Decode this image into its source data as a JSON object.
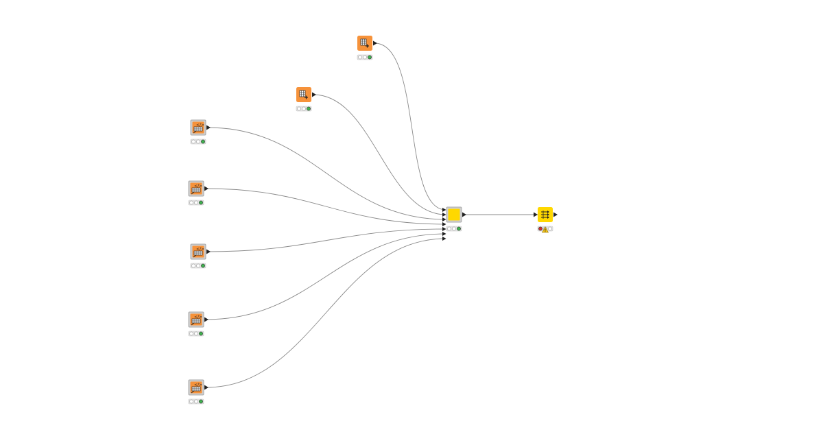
{
  "workflow": {
    "colors": {
      "source": "#f6923a",
      "manipulator": "#ffd800",
      "connection": "#8a8a8a",
      "status_green": "#3fb34f",
      "status_red": "#d0312d",
      "status_off": "#ffffff",
      "warning": "#f5c518"
    },
    "nodes": [
      {
        "id": "table-creator-1",
        "type": "source",
        "icon": "table-creator-icon",
        "status": "executed",
        "framed": false
      },
      {
        "id": "table-creator-2",
        "type": "source",
        "icon": "table-creator-icon",
        "status": "executed",
        "framed": false
      },
      {
        "id": "source-1",
        "type": "source",
        "icon": "reader-icon",
        "status": "executed",
        "framed": true
      },
      {
        "id": "source-2",
        "type": "source",
        "icon": "reader-icon",
        "status": "executed",
        "framed": true
      },
      {
        "id": "source-3",
        "type": "source",
        "icon": "reader-icon",
        "status": "executed",
        "framed": true
      },
      {
        "id": "source-4",
        "type": "source",
        "icon": "reader-icon",
        "status": "executed",
        "framed": true
      },
      {
        "id": "source-5",
        "type": "source",
        "icon": "reader-icon",
        "status": "executed",
        "framed": true
      },
      {
        "id": "concatenate",
        "type": "manipulator",
        "icon": "concatenate-icon",
        "status": "executed",
        "framed": true
      },
      {
        "id": "column-filter",
        "type": "manipulator",
        "icon": "column-filter-icon",
        "status": "error",
        "warning": true,
        "framed": false
      }
    ],
    "connections": [
      {
        "from": "table-creator-1",
        "to": "concatenate",
        "in_port": 0
      },
      {
        "from": "table-creator-2",
        "to": "concatenate",
        "in_port": 1
      },
      {
        "from": "source-1",
        "to": "concatenate",
        "in_port": 2
      },
      {
        "from": "source-2",
        "to": "concatenate",
        "in_port": 3
      },
      {
        "from": "source-3",
        "to": "concatenate",
        "in_port": 4
      },
      {
        "from": "source-4",
        "to": "concatenate",
        "in_port": 5
      },
      {
        "from": "source-5",
        "to": "concatenate",
        "in_port": 6
      },
      {
        "from": "concatenate",
        "to": "column-filter",
        "in_port": 0
      }
    ]
  }
}
